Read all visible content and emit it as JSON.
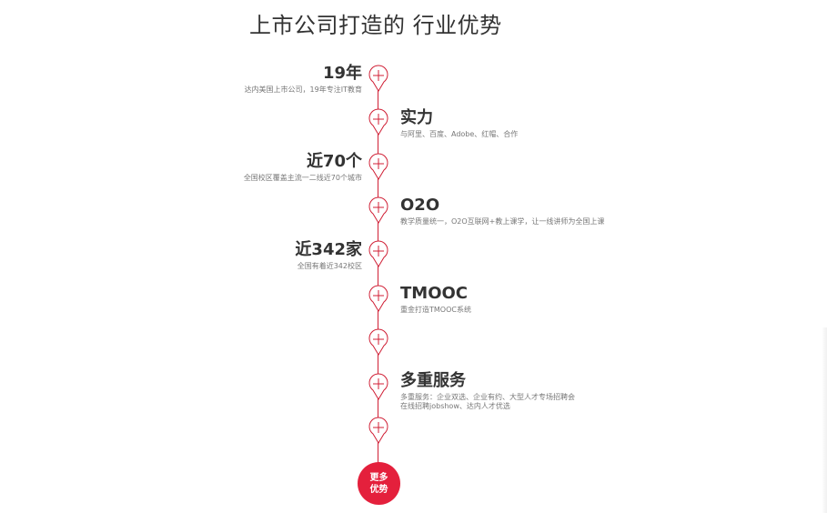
{
  "page": {
    "title": "上市公司打造的 行业优势"
  },
  "colors": {
    "accent": "#e4203c",
    "line": "#d01f35",
    "title_text": "#333333",
    "desc_text": "#777777"
  },
  "timeline": {
    "items": [
      {
        "side": "left",
        "title": "19年",
        "desc": "达内美国上市公司，19年专注IT教育"
      },
      {
        "side": "right",
        "title": "实力",
        "desc": "与阿里、百度、Adobe、红帽、合作"
      },
      {
        "side": "left",
        "title": "近70个",
        "desc": "全国校区覆盖主流一二线近70个城市"
      },
      {
        "side": "right",
        "title": "O2O",
        "desc": "教学质量统一，O2O互联网+教上课学，让一线讲师为全国上课"
      },
      {
        "side": "left",
        "title": "近342家",
        "desc": "全国有着近342校区"
      },
      {
        "side": "right",
        "title": "TMOOC",
        "desc": "重金打造TMOOC系统"
      },
      {
        "side": "none",
        "title": "",
        "desc": ""
      },
      {
        "side": "right",
        "title": "多重服务",
        "desc": "多重服务：企业双选、企业有约、大型人才专场招聘会",
        "desc2": "在线招聘jobshow、达内人才优选"
      },
      {
        "side": "none",
        "title": "",
        "desc": ""
      }
    ],
    "marker_icon": "plus-pin-icon"
  },
  "more_button": {
    "line1": "更多",
    "line2": "优势"
  }
}
